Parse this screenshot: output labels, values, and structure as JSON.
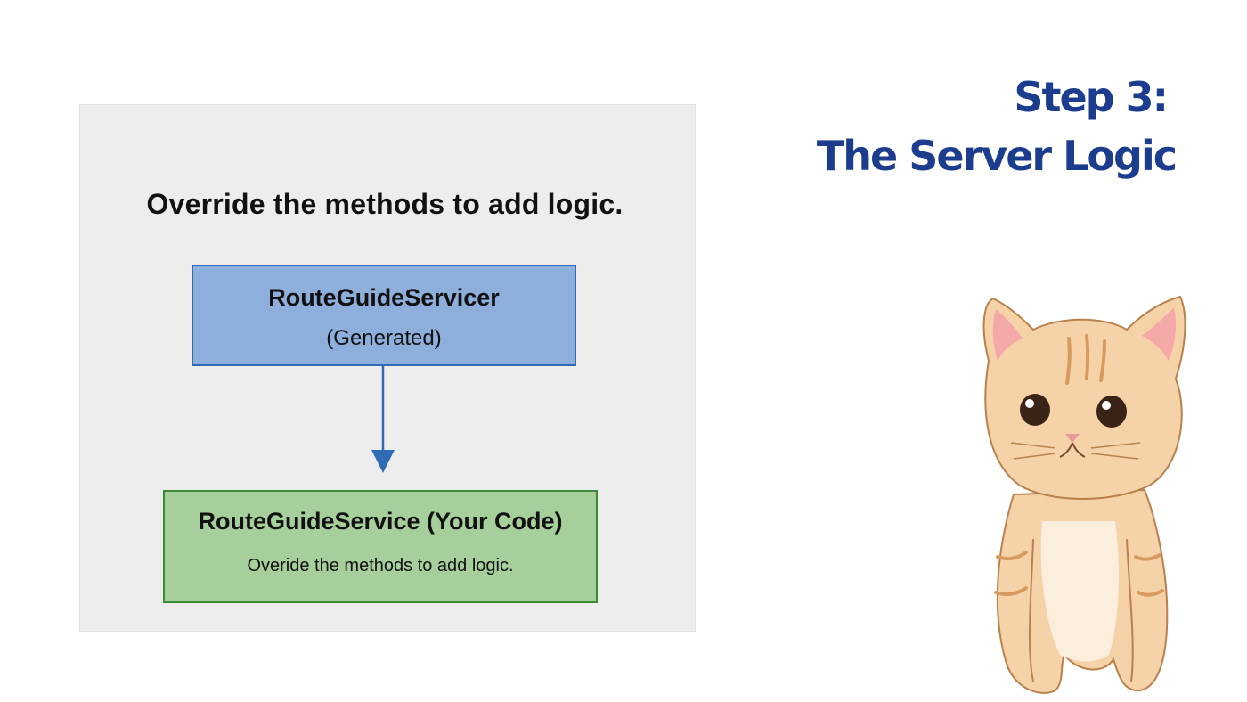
{
  "slide": {
    "heading_line1": "Step 3:",
    "heading_line2": "The Server Logic",
    "heading_color": "#1c3d8e"
  },
  "diagram": {
    "heading": "Override the methods to add logic.",
    "top_box": {
      "title": "RouteGuideServicer",
      "subtitle": "(Generated)",
      "fill": "#8eaedb",
      "border": "#2f6cb5"
    },
    "arrow": {
      "color": "#2f6cb5"
    },
    "bottom_box": {
      "title": "RouteGuideService (Your Code)",
      "subtitle": "Overide the methods to add logic.",
      "fill": "#a7cf9c",
      "border": "#3d8a36"
    }
  },
  "illustration": {
    "icon": "kitten-illustration"
  }
}
